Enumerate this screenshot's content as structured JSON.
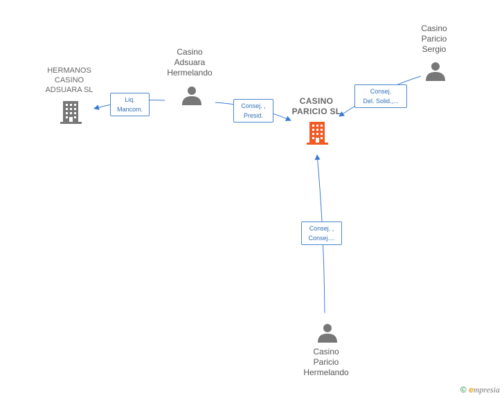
{
  "nodes": {
    "hermanos": {
      "lines": [
        "HERMANOS",
        "CASINO",
        "ADSUARA SL"
      ],
      "type": "company"
    },
    "adsuara": {
      "lines": [
        "Casino",
        "Adsuara",
        "Hermelando"
      ],
      "type": "person"
    },
    "casino_paricio": {
      "lines": [
        "CASINO",
        "PARICIO SL"
      ],
      "type": "company-focus"
    },
    "sergio": {
      "lines": [
        "Casino",
        "Paricio",
        "Sergio"
      ],
      "type": "person"
    },
    "hermelando": {
      "lines": [
        "Casino",
        "Paricio",
        "Hermelando"
      ],
      "type": "person"
    }
  },
  "edges": [
    {
      "from": "adsuara",
      "to": "hermanos",
      "label": [
        "Liq.",
        "Mancom."
      ]
    },
    {
      "from": "adsuara",
      "to": "casino_paricio",
      "label": [
        "Consej. ,",
        "Presid."
      ]
    },
    {
      "from": "sergio",
      "to": "casino_paricio",
      "label": [
        "Consej.",
        "Del. Solid.,..."
      ]
    },
    {
      "from": "hermelando",
      "to": "casino_paricio",
      "label": [
        "Consej. ,",
        "Consej...."
      ]
    }
  ],
  "colors": {
    "edge": "#3a7bd5",
    "person": "#777777",
    "company": "#777777",
    "focus": "#f15a24"
  },
  "footer": {
    "copyright": "©",
    "brand_initial": "e",
    "brand_rest": "mpresia"
  }
}
